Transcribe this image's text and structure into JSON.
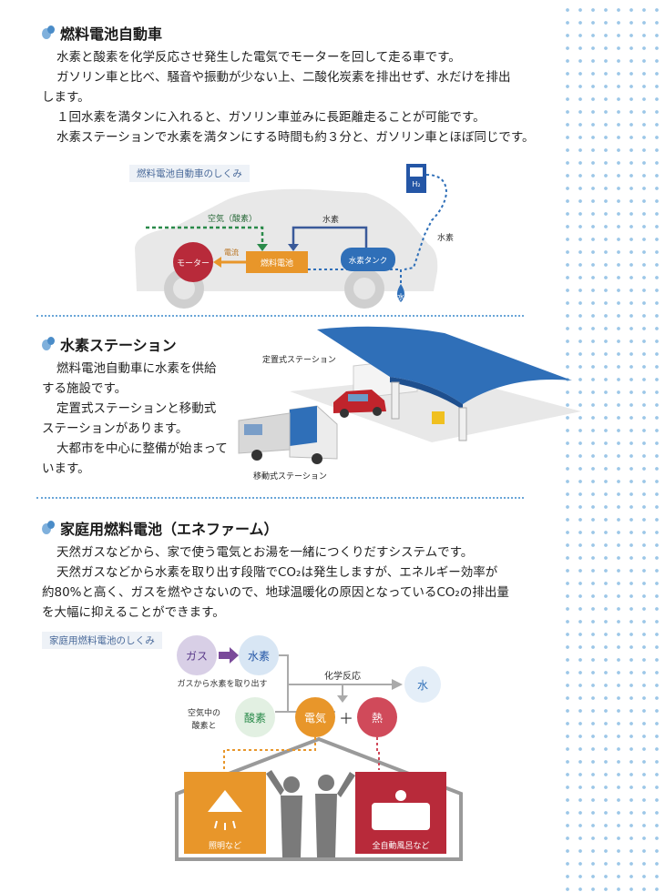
{
  "section1": {
    "heading": "燃料電池自動車",
    "lines": [
      "水素と酸素を化学反応させ発生した電気でモーターを回して走る車です。",
      "ガソリン車と比べ、騒音や振動が少ない上、二酸化炭素を排出せず、水だけを排出",
      "します。",
      "１回水素を満タンに入れると、ガソリン車並みに長距離走ることが可能です。",
      "水素ステーションで水素を満タンにする時間も約３分と、ガソリン車とほぼ同じです。"
    ],
    "diagram": {
      "caption": "燃料電池自動車のしくみ",
      "air": "空気（酸素）",
      "hydrogen": "水素",
      "current": "電流",
      "motor": "モーター",
      "fuel_cell": "燃料電池",
      "tank": "水素タンク",
      "hydrogen_hose": "水素",
      "water": "水",
      "pump_label": "H₂"
    }
  },
  "section2": {
    "heading": "水素ステーション",
    "lines": [
      "燃料電池自動車に水素を供給",
      "する施設です。",
      "定置式ステーションと移動式",
      "ステーションがあります。",
      "大都市を中心に整備が始まって",
      "います。"
    ],
    "fixed_label": "定置式ステーション",
    "mobile_label": "移動式ステーション"
  },
  "section3": {
    "heading": "家庭用燃料電池（エネファーム）",
    "lines": [
      "天然ガスなどから、家で使う電気とお湯を一緒につくりだすシステムです。",
      "天然ガスなどから水素を取り出す段階でCO₂は発生しますが、エネルギー効率が",
      "約80%と高く、ガスを燃やさないので、地球温暖化の原因となっているCO₂の排出量",
      "を大幅に抑えることができます。"
    ],
    "diagram": {
      "caption": "家庭用燃料電池のしくみ",
      "gas": "ガス",
      "hydrogen": "水素",
      "extract": "ガスから水素を取り出す",
      "reaction": "化学反応",
      "water": "水",
      "oxygen_desc_1": "空気中の",
      "oxygen_desc_2": "酸素と",
      "oxygen": "酸素",
      "electricity": "電気",
      "plus": "＋",
      "heat": "熱",
      "lighting": "照明など",
      "bath": "全自動風呂など"
    }
  },
  "colors": {
    "blue": "#2f6fb8",
    "orange": "#e8962a",
    "red": "#b82a3a",
    "green": "#2a8a4a",
    "gray": "#9a9a9a"
  }
}
